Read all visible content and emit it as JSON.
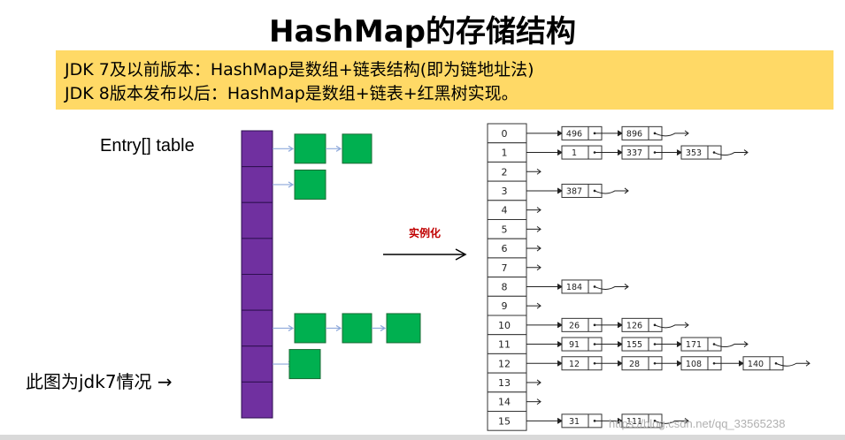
{
  "title": "HashMap的存储结构",
  "banner": {
    "line1": "JDK 7及以前版本：HashMap是数组+链表结构(即为链地址法)",
    "line2": "JDK 8版本发布以后：HashMap是数组+链表+红黑树实现。"
  },
  "entry_label": "Entry[] table",
  "caption": "此图为jdk7情况 →",
  "arrow_label": "实例化",
  "watermark": "https://blog.csdn.net/qq_33565238",
  "colors": {
    "array_purple": "#7030A0",
    "node_green": "#00B050",
    "banner_yellow": "#FFD966",
    "connector_blue": "#8EA9DB"
  },
  "left_diagram": {
    "slots": 8,
    "chains": [
      2,
      1,
      0,
      0,
      0,
      3,
      1,
      0
    ]
  },
  "right_diagram": {
    "indices": [
      "0",
      "1",
      "2",
      "3",
      "4",
      "5",
      "6",
      "7",
      "8",
      "9",
      "10",
      "11",
      "12",
      "13",
      "14",
      "15"
    ],
    "chains": [
      [
        "496",
        "896"
      ],
      [
        "1",
        "337",
        "353"
      ],
      [],
      [
        "387"
      ],
      [],
      [],
      [],
      [],
      [
        "184"
      ],
      [],
      [
        "26",
        "126"
      ],
      [
        "91",
        "155",
        "171"
      ],
      [
        "12",
        "28",
        "108",
        "140"
      ],
      [],
      [],
      [
        "31",
        "111"
      ]
    ]
  }
}
